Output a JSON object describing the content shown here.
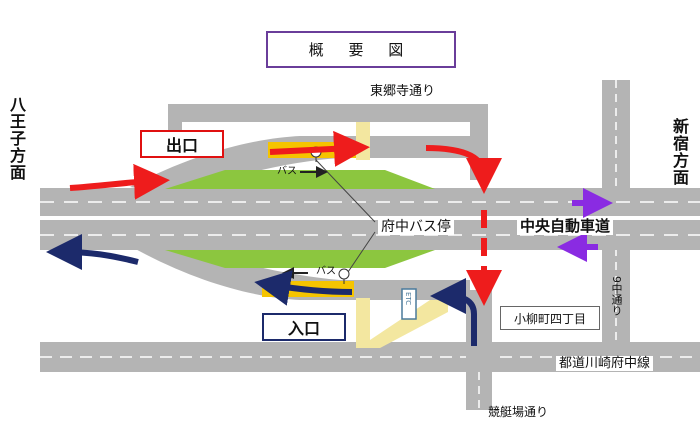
{
  "title": "概 要 図",
  "directions": {
    "west": "八王子方面",
    "east": "新宿方面"
  },
  "labels": {
    "exit": "出口",
    "entrance": "入口",
    "bus_stop": "府中バス停",
    "expressway": "中央自動車道",
    "north_road": "東郷寺通り",
    "south_road": "競艇場通り",
    "east_road": "9中通り",
    "main_road": "都道川崎府中線",
    "bus_top": "バス",
    "bus_bottom": "バス",
    "intersection": "小柳町四丁目",
    "etc": "ETC"
  },
  "colors": {
    "road": "#b4b4b4",
    "road_dark": "#9a9a9a",
    "median": "#8cc63f",
    "bus_bay": "#f5c400",
    "pedestrian": "#f3e7a0",
    "exit_arrow": "#ee1c1c",
    "entrance_arrow": "#1c2a6b",
    "through_arrow": "#8a2be2",
    "title_border": "#6a3d9a"
  }
}
